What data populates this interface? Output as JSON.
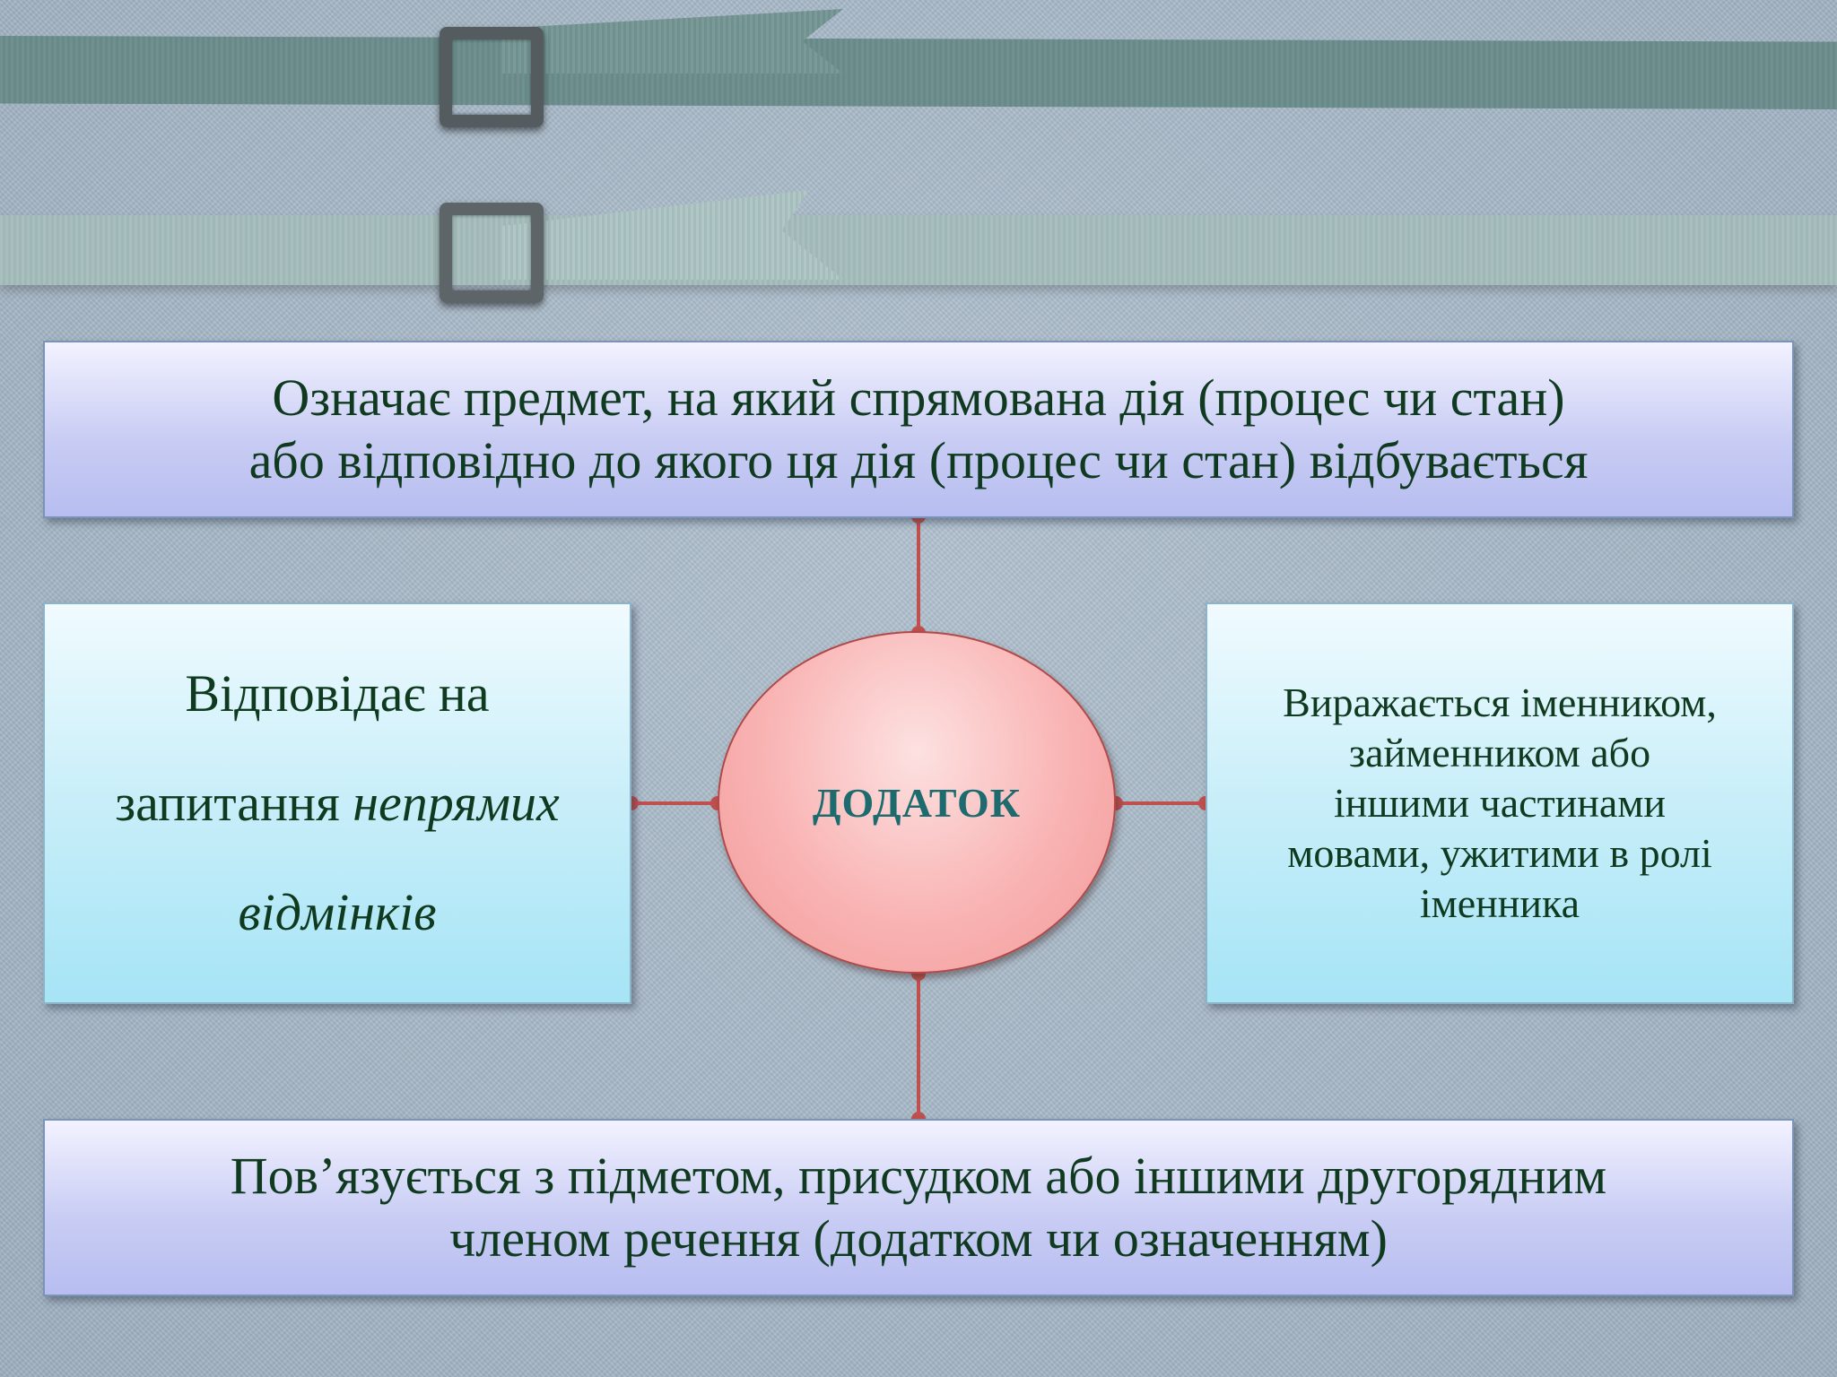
{
  "center": {
    "label": "ДОДАТОК"
  },
  "top_box": {
    "lines": [
      "Означає предмет, на який спрямована дія (процес чи стан)",
      "або відповідно до якого ця дія (процес чи стан) відбувається"
    ]
  },
  "left_box": {
    "line1": "Відповідає на",
    "line2_plain": "запитання ",
    "line2_italic": "непрямих",
    "line3_italic": "відмінків"
  },
  "right_box": {
    "lines": [
      "Виражається іменником,",
      "займенником або",
      "іншими частинами",
      "мовами, ужитими в ролі",
      "іменника"
    ]
  },
  "bottom_box": {
    "lines": [
      "Пов’язується з підметом, присудком або іншими другорядним",
      "членом речення (додатком чи означенням)"
    ]
  },
  "colors": {
    "connector": "#c0504d",
    "text": "#0f3a20",
    "center_text": "#1d6b6e"
  }
}
